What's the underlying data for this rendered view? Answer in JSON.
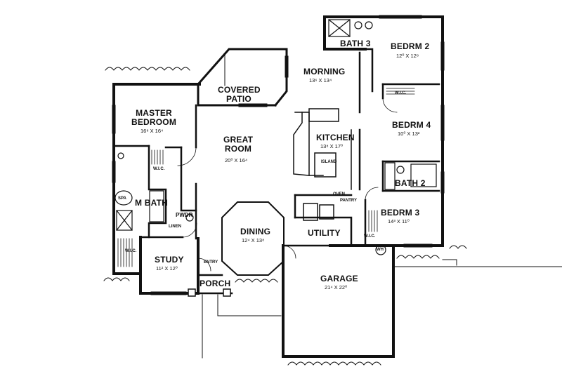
{
  "rooms": {
    "bath3": {
      "name": "BATH 3"
    },
    "bedrm2": {
      "name": "BEDRM 2",
      "size": "12⁰ X 12⁸"
    },
    "morning": {
      "name": "MORNING",
      "size": "13⁶ X 13⁴"
    },
    "covered_patio": {
      "name": "COVERED PATIO"
    },
    "master_bedroom": {
      "name": "MASTER BEDROOM",
      "size": "16⁸ X 16⁴"
    },
    "great_room": {
      "name": "GREAT ROOM",
      "size": "20⁰ X 16⁴"
    },
    "kitchen": {
      "name": "KITCHEN",
      "size": "13⁸ X 17⁰"
    },
    "bedrm4": {
      "name": "BEDRM 4",
      "size": "10⁰ X 13²"
    },
    "bath2": {
      "name": "BATH 2"
    },
    "m_bath": {
      "name": "M BATH"
    },
    "dining": {
      "name": "DINING",
      "size": "12⁴ X 13⁸"
    },
    "bedrm3": {
      "name": "BEDRM 3",
      "size": "14³ X 11⁰"
    },
    "utility": {
      "name": "UTILITY"
    },
    "study": {
      "name": "STUDY",
      "size": "11² X 12⁰"
    },
    "garage": {
      "name": "GARAGE",
      "size": "21⁴ X 22⁰"
    },
    "porch": {
      "name": "PORCH"
    }
  },
  "fixtures": {
    "wic_master": "W.I.C.",
    "wic_bath": "W.I.C.",
    "wic_bed2": "W.I.C.",
    "wic_bed3": "W.I.C.",
    "spa": "SPA",
    "pwdr": "PWDR",
    "linen": "LINEN",
    "island": "ISLAND",
    "oven": "OVEN",
    "pantry": "PANTRY",
    "entry": "ENTRY",
    "wh": "WH"
  }
}
